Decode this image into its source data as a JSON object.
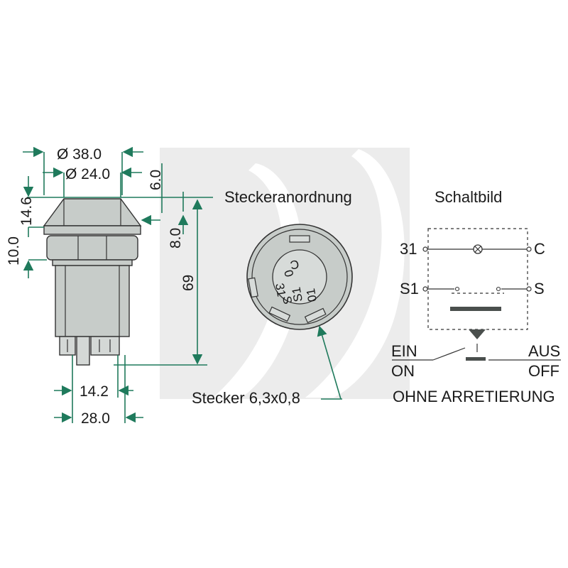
{
  "dimensions": {
    "outer_diameter": "Ø 38.0",
    "inner_diameter": "Ø 24.0",
    "top_gap": "6.0",
    "head_height": "14.6",
    "nut_height": "10.0",
    "thread_offset": "8.0",
    "total_height": "69",
    "pin_spacing": "14.2",
    "base_width": "28.0"
  },
  "connector": {
    "title": "Steckeranordnung",
    "pins": [
      "0",
      "C",
      "31",
      "S",
      "S1",
      "01"
    ],
    "callout": "Stecker 6,3x0,8"
  },
  "circuit": {
    "title": "Schaltbild",
    "terminals": [
      "31",
      "C",
      "S1",
      "S"
    ],
    "state_on": "EIN",
    "state_on_en": "ON",
    "state_off": "AUS",
    "state_off_en": "OFF",
    "mode_note": "OHNE ARRETIERUNG"
  },
  "colors": {
    "dimension_line": "#1f7a5c",
    "part_body": "#c7ccc9",
    "watermark": "#eeeeee"
  }
}
